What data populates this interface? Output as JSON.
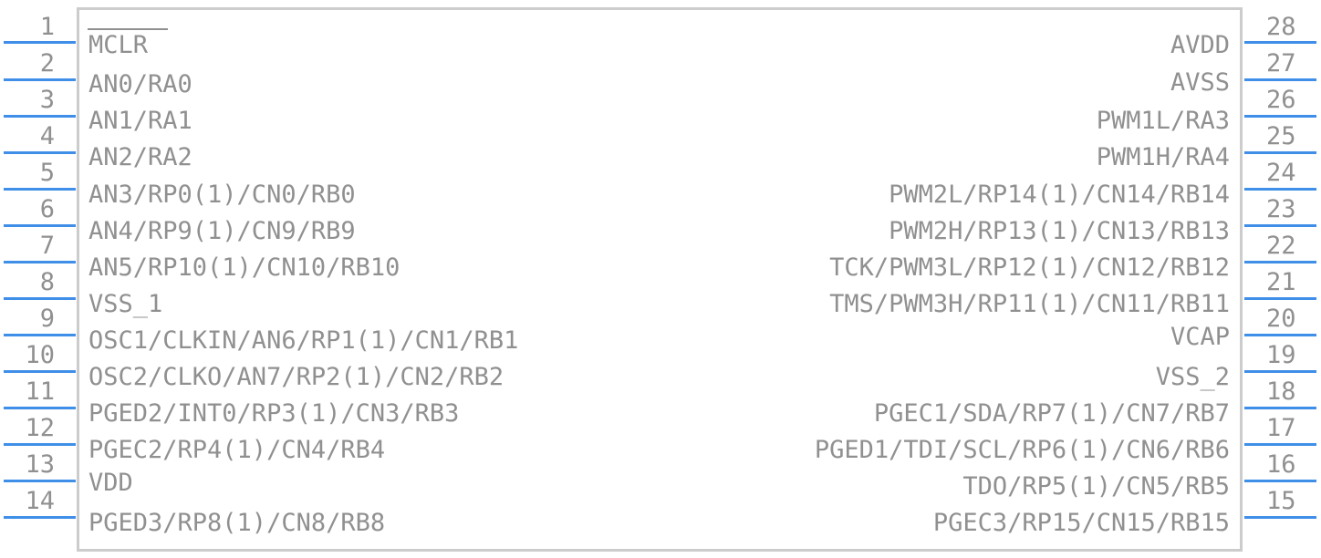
{
  "component": {
    "left_pins": [
      {
        "number": "1",
        "label": "MCLR"
      },
      {
        "number": "2",
        "label": "AN0/RA0"
      },
      {
        "number": "3",
        "label": "AN1/RA1"
      },
      {
        "number": "4",
        "label": "AN2/RA2"
      },
      {
        "number": "5",
        "label": "AN3/RP0(1)/CN0/RB0"
      },
      {
        "number": "6",
        "label": "AN4/RP9(1)/CN9/RB9"
      },
      {
        "number": "7",
        "label": "AN5/RP10(1)/CN10/RB10"
      },
      {
        "number": "8",
        "label": "VSS_1"
      },
      {
        "number": "9",
        "label": "OSC1/CLKIN/AN6/RP1(1)/CN1/RB1"
      },
      {
        "number": "10",
        "label": "OSC2/CLKO/AN7/RP2(1)/CN2/RB2"
      },
      {
        "number": "11",
        "label": "PGED2/INT0/RP3(1)/CN3/RB3"
      },
      {
        "number": "12",
        "label": "PGEC2/RP4(1)/CN4/RB4"
      },
      {
        "number": "13",
        "label": "VDD"
      },
      {
        "number": "14",
        "label": "PGED3/RP8(1)/CN8/RB8"
      }
    ],
    "right_pins": [
      {
        "number": "28",
        "label": "AVDD"
      },
      {
        "number": "27",
        "label": "AVSS"
      },
      {
        "number": "26",
        "label": "PWM1L/RA3"
      },
      {
        "number": "25",
        "label": "PWM1H/RA4"
      },
      {
        "number": "24",
        "label": "PWM2L/RP14(1)/CN14/RB14"
      },
      {
        "number": "23",
        "label": "PWM2H/RP13(1)/CN13/RB13"
      },
      {
        "number": "22",
        "label": "TCK/PWM3L/RP12(1)/CN12/RB12"
      },
      {
        "number": "21",
        "label": "TMS/PWM3H/RP11(1)/CN11/RB11"
      },
      {
        "number": "20",
        "label": "VCAP"
      },
      {
        "number": "19",
        "label": "VSS_2"
      },
      {
        "number": "18",
        "label": "PGEC1/SDA/RP7(1)/CN7/RB7"
      },
      {
        "number": "17",
        "label": "PGED1/TDI/SCL/RP6(1)/CN6/RB6"
      },
      {
        "number": "16",
        "label": "TDO/RP5(1)/CN5/RB5"
      },
      {
        "number": "15",
        "label": "PGEC3/RP15/CN15/RB15"
      }
    ],
    "colors": {
      "pin_line": "#3f8fe8",
      "text": "#909090",
      "body_outline": "#cccccc"
    }
  }
}
